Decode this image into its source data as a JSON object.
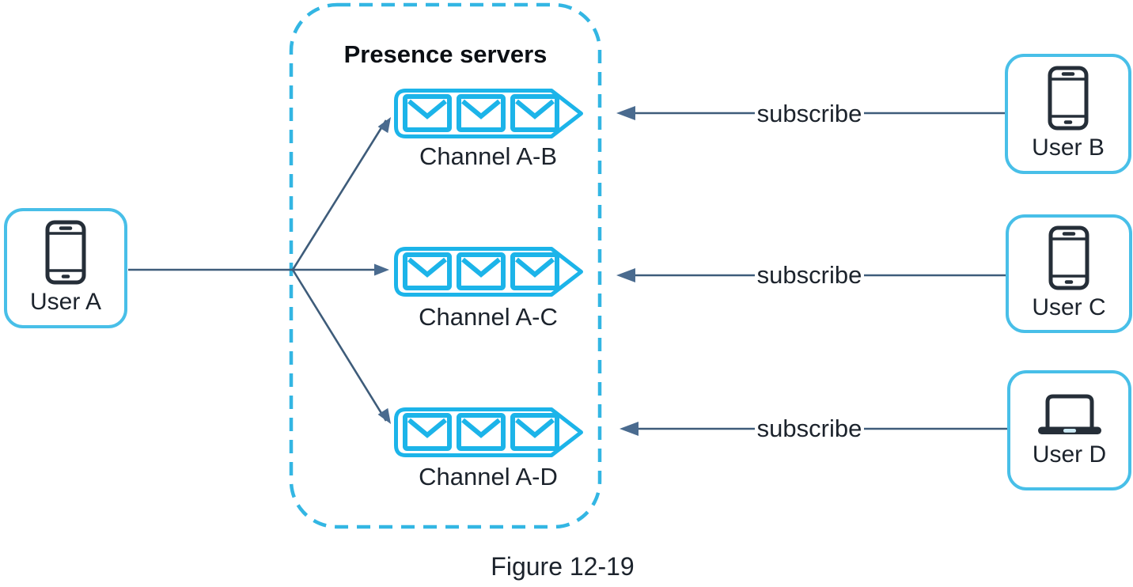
{
  "diagram": {
    "caption": "Figure 12-19",
    "presence_group": {
      "title": "Presence servers"
    },
    "channels": [
      {
        "label": "Channel A-B",
        "envelope_count": 3
      },
      {
        "label": "Channel A-C",
        "envelope_count": 3
      },
      {
        "label": "Channel A-D",
        "envelope_count": 3
      }
    ],
    "users": [
      {
        "label": "User A",
        "device": "smartphone"
      },
      {
        "label": "User B",
        "device": "smartphone"
      },
      {
        "label": "User C",
        "device": "smartphone"
      },
      {
        "label": "User D",
        "device": "laptop"
      }
    ],
    "edges": {
      "subscribe_label": "subscribe",
      "publish": {
        "from": "User A",
        "to": [
          "Channel A-B",
          "Channel A-C",
          "Channel A-D"
        ]
      },
      "subscriptions": [
        {
          "from": "User B",
          "to": "Channel A-B"
        },
        {
          "from": "User C",
          "to": "Channel A-C"
        },
        {
          "from": "User D",
          "to": "Channel A-D"
        }
      ]
    },
    "colors": {
      "channel_cyan": "#1CB4E9",
      "user_box_border": "#48BFE8",
      "group_dash_border": "#33B6E3",
      "connector_line": "#3E5C7A",
      "arrowhead": "#4A6B8F",
      "device_icon": "#252E38"
    }
  }
}
